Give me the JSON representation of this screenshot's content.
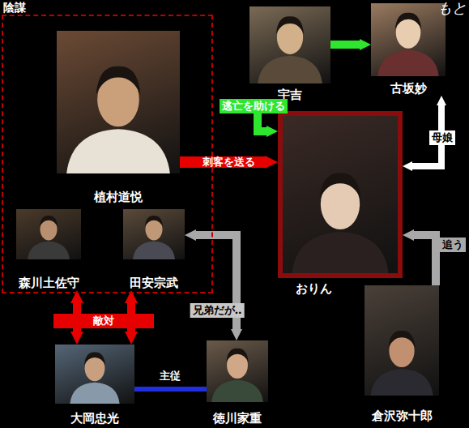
{
  "diagram": {
    "nodes": [
      {
        "text": [
          "陰謀"
        ]
      },
      {
        "text": [
          "植村道悦"
        ],
        "in": 0
      },
      {
        "text": [
          "宇吉"
        ]
      },
      {
        "text": [
          "古坂妙"
        ]
      },
      {
        "text": [
          "おりん"
        ]
      },
      {
        "text": [
          "森川土佐守"
        ],
        "in": 0
      },
      {
        "text": [
          "田安宗武"
        ],
        "in": 0
      },
      {
        "text": [
          "大岡忠光"
        ]
      },
      {
        "text": [
          "徳川家重"
        ]
      },
      {
        "text": [
          "倉沢弥十郎"
        ]
      }
    ],
    "edges": [
      {
        "from": 1,
        "to": 4,
        "label": "刺客を送る",
        "arrow": "to"
      },
      {
        "from": 2,
        "to": 3,
        "arrow": "to"
      },
      {
        "from": 2,
        "to": 4,
        "label": "逃亡を助ける",
        "arrow": "to"
      },
      {
        "from": 3,
        "to": 4,
        "label": "母娘",
        "arrow": "both"
      },
      {
        "from": 9,
        "to": 4,
        "label": "追う",
        "arrow": "to"
      },
      {
        "from": 5,
        "to": 7,
        "label": "敵対",
        "arrow": "both"
      },
      {
        "from": 6,
        "to": 7,
        "arrow": "both"
      },
      {
        "from": 6,
        "to": 8,
        "label": "兄弟だが‥",
        "arrow": "both"
      },
      {
        "from": 7,
        "to": 8,
        "label": "主従",
        "arrow": "none"
      }
    ],
    "labels": [
      "もと"
    ]
  }
}
